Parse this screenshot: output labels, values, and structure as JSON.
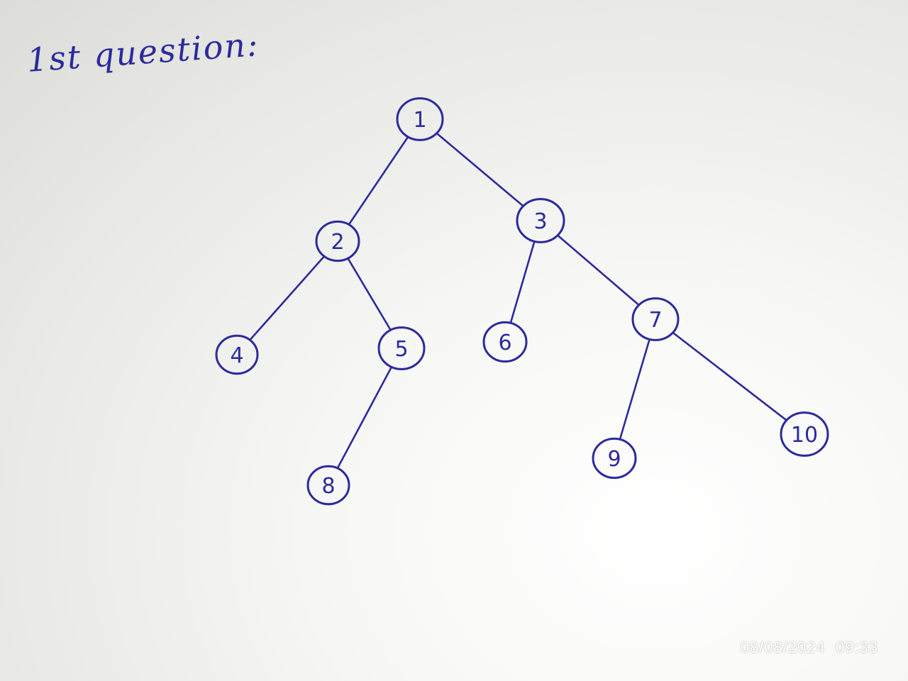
{
  "heading": "1st question:",
  "timestamp": "08/08/2024  09:33",
  "colors": {
    "ink": "#2b2a9e",
    "paper": "#f4f4f2"
  },
  "tree": {
    "nodes": [
      {
        "id": "1",
        "label": "1"
      },
      {
        "id": "2",
        "label": "2"
      },
      {
        "id": "3",
        "label": "3"
      },
      {
        "id": "4",
        "label": "4"
      },
      {
        "id": "5",
        "label": "5"
      },
      {
        "id": "6",
        "label": "6"
      },
      {
        "id": "7",
        "label": "7"
      },
      {
        "id": "8",
        "label": "8"
      },
      {
        "id": "9",
        "label": "9"
      },
      {
        "id": "10",
        "label": "10"
      }
    ],
    "edges": [
      {
        "from": "1",
        "to": "2"
      },
      {
        "from": "1",
        "to": "3"
      },
      {
        "from": "2",
        "to": "4"
      },
      {
        "from": "2",
        "to": "5"
      },
      {
        "from": "5",
        "to": "8"
      },
      {
        "from": "3",
        "to": "6"
      },
      {
        "from": "3",
        "to": "7"
      },
      {
        "from": "7",
        "to": "9"
      },
      {
        "from": "7",
        "to": "10"
      }
    ]
  }
}
